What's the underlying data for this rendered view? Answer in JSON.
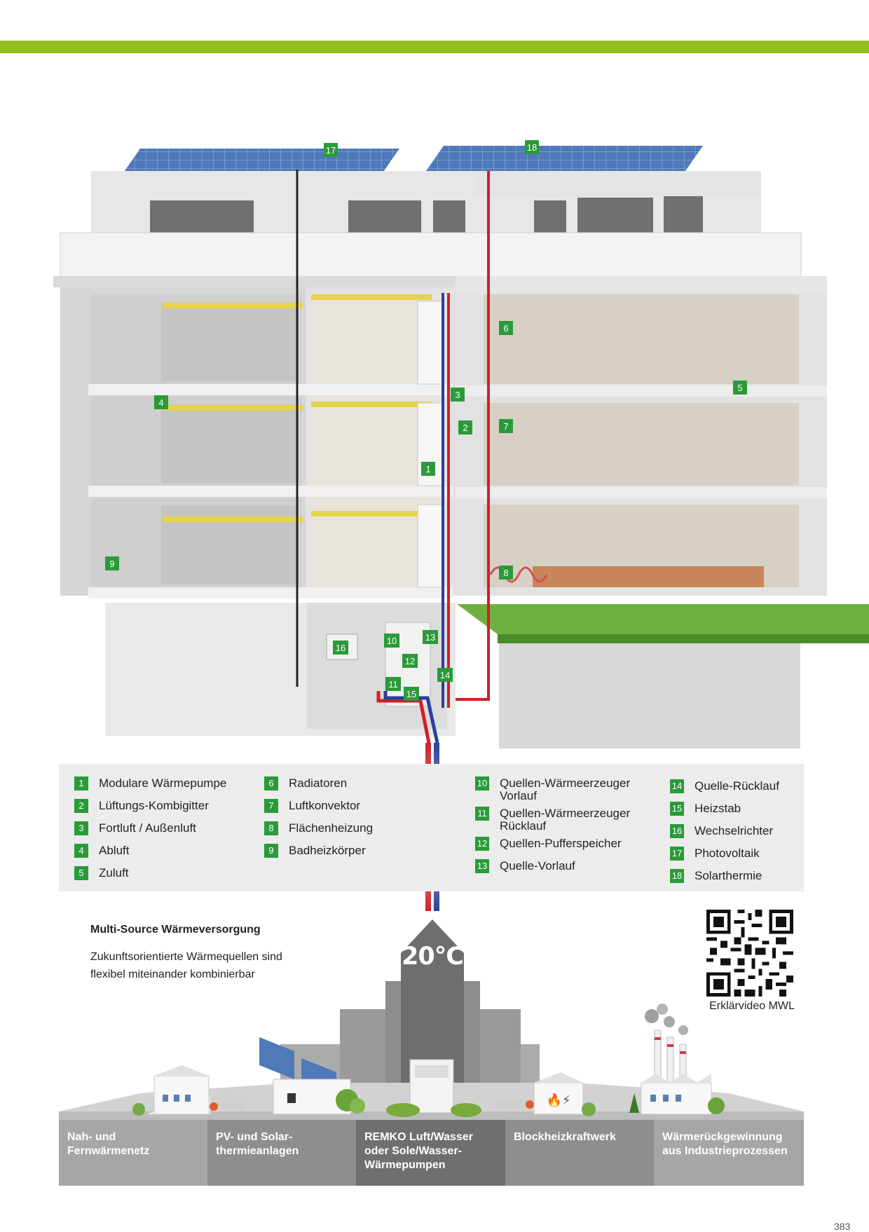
{
  "colors": {
    "accent_green": "#8fbf1f",
    "badge_green": "#2a9a3a",
    "supply_red": "#d01f24",
    "return_blue": "#2c3f9e"
  },
  "callouts": [
    "1",
    "2",
    "3",
    "4",
    "5",
    "6",
    "7",
    "8",
    "9",
    "10",
    "11",
    "12",
    "13",
    "14",
    "15",
    "16",
    "17",
    "18"
  ],
  "legend": {
    "col1": [
      {
        "num": "1",
        "label": "Modulare Wärmepumpe"
      },
      {
        "num": "2",
        "label": "Lüftungs-Kombigitter"
      },
      {
        "num": "3",
        "label": "Fortluft / Außenluft"
      },
      {
        "num": "4",
        "label": "Abluft"
      },
      {
        "num": "5",
        "label": "Zuluft"
      }
    ],
    "col2": [
      {
        "num": "6",
        "label": "Radiatoren"
      },
      {
        "num": "7",
        "label": "Luftkonvektor"
      },
      {
        "num": "8",
        "label": "Flächenheizung"
      },
      {
        "num": "9",
        "label": "Badheizkörper"
      }
    ],
    "col3": [
      {
        "num": "10",
        "label_line1": "Quellen-Wärmeerzeuger",
        "label_line2": "Vorlauf"
      },
      {
        "num": "11",
        "label_line1": "Quellen-Wärmeerzeuger",
        "label_line2": "Rücklauf"
      },
      {
        "num": "12",
        "label_line1": "Quellen-Pufferspeicher",
        "label_line2": ""
      },
      {
        "num": "13",
        "label_line1": "Quelle-Vorlauf",
        "label_line2": ""
      }
    ],
    "col4": [
      {
        "num": "14",
        "label": "Quelle-Rücklauf"
      },
      {
        "num": "15",
        "label": "Heizstab"
      },
      {
        "num": "16",
        "label": "Wechselrichter"
      },
      {
        "num": "17",
        "label": "Photovoltaik"
      },
      {
        "num": "18",
        "label": "Solarthermie"
      }
    ]
  },
  "multisource": {
    "title": "Multi-Source Wärmeversorgung",
    "desc_line1": "Zukunftsorientierte Wärmequellen sind",
    "desc_line2": "flexibel miteinander kombinierbar"
  },
  "temperature": "20°C",
  "qr_caption": "Erklärvideo MWL",
  "sources": [
    {
      "line1": "Nah- und",
      "line2": "Fernwärmenetz",
      "line3": ""
    },
    {
      "line1": "PV- und Solar-",
      "line2": "thermieanlagen",
      "line3": ""
    },
    {
      "line1": "REMKO Luft/Wasser",
      "line2": "oder Sole/Wasser-",
      "line3": "Wärmepumpen"
    },
    {
      "line1": "Blockheizkraftwerk",
      "line2": "",
      "line3": ""
    },
    {
      "line1": "Wärmerückgewinnung",
      "line2": "aus Industrieprozessen",
      "line3": ""
    }
  ],
  "page_number": "383"
}
